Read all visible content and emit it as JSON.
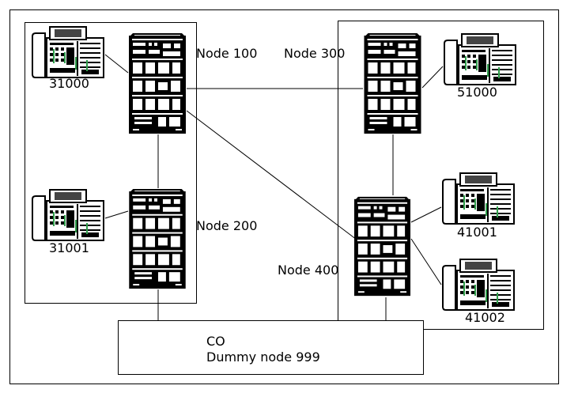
{
  "nodes": {
    "n100": "Node 100",
    "n200": "Node 200",
    "n300": "Node 300",
    "n400": "Node 400"
  },
  "phones": {
    "p31000": "31000",
    "p31001": "31001",
    "p51000": "51000",
    "p41001": "41001",
    "p41002": "41002"
  },
  "co": {
    "line1": "CO",
    "line2": "Dummy node 999"
  },
  "icons": {
    "server": "pbx-rack-icon",
    "phone": "desk-phone-icon"
  }
}
